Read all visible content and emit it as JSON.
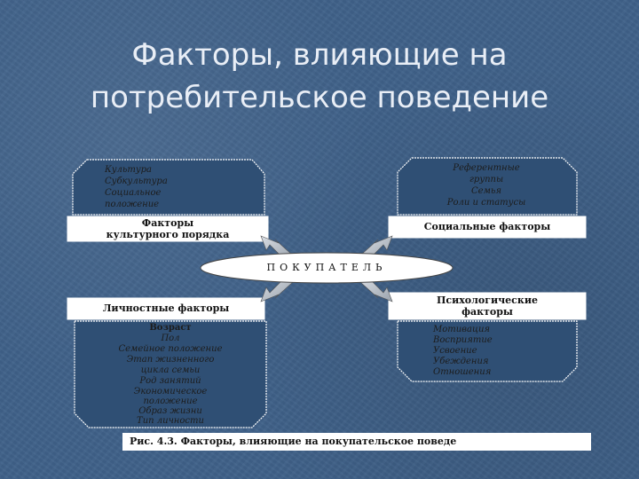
{
  "slide": {
    "title_line1": "Факторы, влияющие на",
    "title_line2": "потребительское поведение"
  },
  "diagram": {
    "center_label": "ПОКУПАТЕЛЬ",
    "top_left": {
      "box_label_1": "Факторы",
      "box_label_2": "культурного порядка",
      "items": [
        "Культура",
        "Субкультура",
        "Социальное",
        "положение"
      ]
    },
    "top_right": {
      "box_label": "Социальные  факторы",
      "items": [
        "Референтные",
        "группы",
        "Семья",
        "Роли  и  статусы"
      ]
    },
    "bottom_left": {
      "box_label": "Личностные  факторы",
      "items": [
        "Возраст",
        "Пол",
        "Семейное положение",
        "Этап жизненного",
        "цикла семьи",
        "Род занятий",
        "Экономическое",
        "положение",
        "Образ жизни",
        "Тип личности"
      ]
    },
    "bottom_right": {
      "box_label_1": "Психологические",
      "box_label_2": "факторы",
      "items": [
        "Мотивация",
        "Восприятие",
        "Усвоение",
        "Убеждения",
        "Отношения"
      ]
    },
    "caption": "Рис. 4.3.  Факторы, влияющие на покупательское поведе"
  }
}
